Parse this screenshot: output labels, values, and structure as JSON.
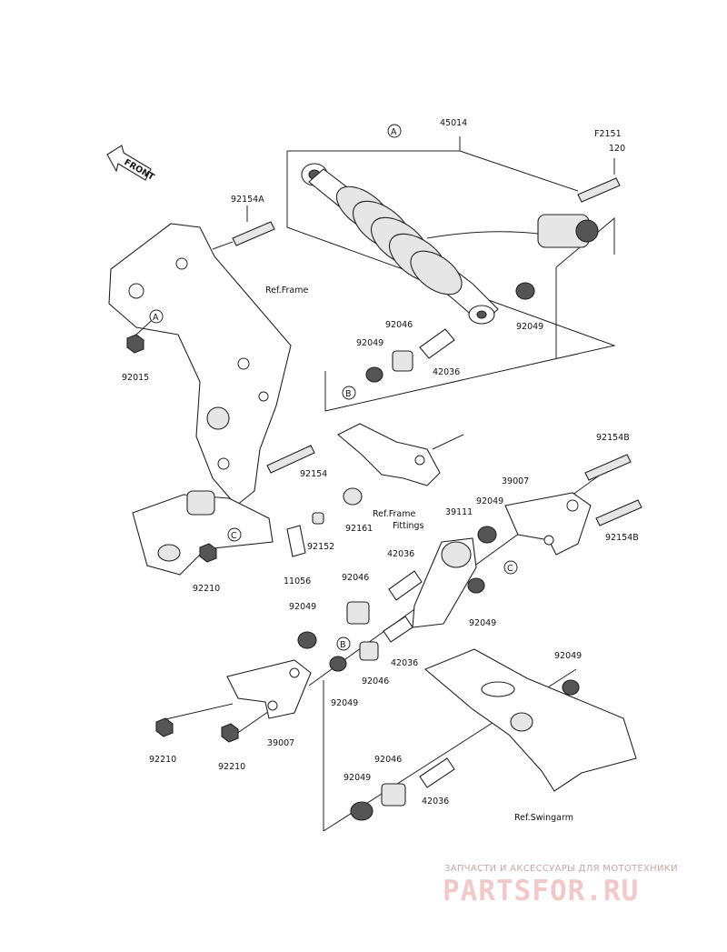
{
  "front_arrow": {
    "label": "FRONT"
  },
  "callouts": {
    "a": "A",
    "b": "B",
    "c": "C"
  },
  "labels": {
    "p45014": "45014",
    "pF2151": "F2151",
    "p120": "120",
    "p92154A": "92154A",
    "ref_frame_1": "Ref.Frame",
    "p92015": "92015",
    "p92046_top": "92046",
    "p92049_top_left": "92049",
    "p92049_top_right": "92049",
    "p42036_top": "42036",
    "p92154": "92154",
    "ref_frame_fittings_1": "Ref.Frame",
    "ref_frame_fittings_2": "Fittings",
    "p92161": "92161",
    "p92152": "92152",
    "p11056": "11056",
    "p92210_left": "92210",
    "p92154B_top": "92154B",
    "p39007_top": "39007",
    "p92049_mid": "92049",
    "p39111": "39111",
    "p92154B_bottom": "92154B",
    "p42036_mid": "42036",
    "p92046_mid": "92046",
    "p92049_left": "92049",
    "p92049_c": "92049",
    "p42036_mid2": "42036",
    "p92046_mid2": "92046",
    "p92049_mid2": "92049",
    "p92049_right": "92049",
    "p92210_a": "92210",
    "p92210_b": "92210",
    "p39007_bottom": "39007",
    "p92046_bottom": "92046",
    "p92049_bottom": "92049",
    "p42036_bottom": "42036",
    "ref_swingarm": "Ref.Swingarm"
  },
  "watermark": {
    "tagline": "ЗАПЧАСТИ И АКСЕССУАРЫ ДЛЯ МОТОТЕХНИКИ",
    "logo": "PARTSFOR.RU"
  }
}
